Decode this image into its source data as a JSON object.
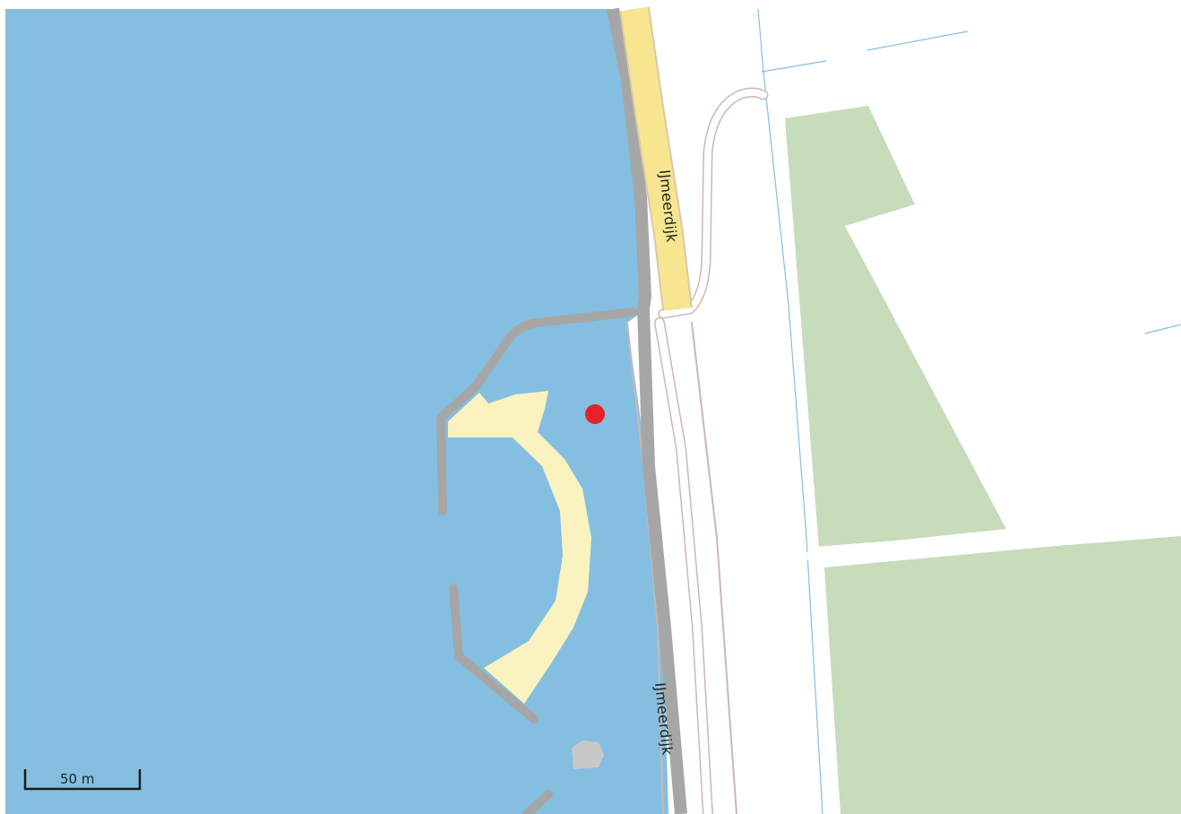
{
  "map": {
    "roads": [
      {
        "name": "IJmeerdijk",
        "kind": "primary"
      },
      {
        "name": "IJmeerdijk",
        "kind": "dike-path"
      }
    ],
    "scale_bar": {
      "label": "50 m",
      "distance_m": 50
    },
    "marker": {
      "color": "#e8202a"
    },
    "colors": {
      "water": "#84bfe1",
      "park": "#c6dcbb",
      "sand": "#faf3bf",
      "primary_road": "#f7e68f",
      "path": "#a6a6a6",
      "land": "#ffffff"
    }
  }
}
